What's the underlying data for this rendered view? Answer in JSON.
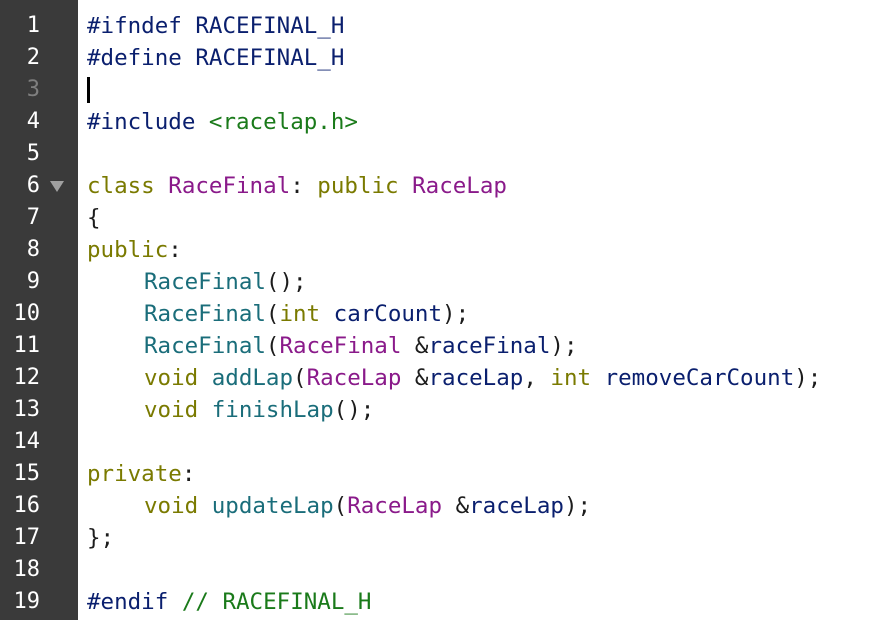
{
  "editor": {
    "file_lines": [
      "1",
      "2",
      "3",
      "4",
      "5",
      "6",
      "7",
      "8",
      "9",
      "10",
      "11",
      "12",
      "13",
      "14",
      "15",
      "16",
      "17",
      "18",
      "19"
    ],
    "code": {
      "l1": {
        "t1": "#ifndef",
        "t2": " RACEFINAL_H"
      },
      "l2": {
        "t1": "#define",
        "t2": " RACEFINAL_H"
      },
      "l4": {
        "t1": "#include",
        "t2": " <racelap.h>"
      },
      "l6": {
        "t1": "class",
        "t2": " RaceFinal",
        "t3": ": ",
        "t4": "public",
        "t5": " RaceLap"
      },
      "l7": {
        "t1": "{"
      },
      "l8": {
        "t1": "public",
        "t2": ":"
      },
      "l9": {
        "t1": "RaceFinal",
        "t2": "();"
      },
      "l10": {
        "t1": "RaceFinal",
        "t2": "(",
        "t3": "int",
        "t4": " carCount",
        "t5": ");"
      },
      "l11": {
        "t1": "RaceFinal",
        "t2": "(",
        "t3": "RaceFinal",
        "t4": " &",
        "t5": "raceFinal",
        "t6": ");"
      },
      "l12": {
        "t1": "void",
        "t2": " addLap",
        "t3": "(",
        "t4": "RaceLap",
        "t5": " &",
        "t6": "raceLap",
        "t7": ", ",
        "t8": "int",
        "t9": " removeCarCount",
        "t10": ");"
      },
      "l13": {
        "t1": "void",
        "t2": " finishLap",
        "t3": "();"
      },
      "l15": {
        "t1": "private",
        "t2": ":"
      },
      "l16": {
        "t1": "void",
        "t2": " updateLap",
        "t3": "(",
        "t4": "RaceLap",
        "t5": " &",
        "t6": "raceLap",
        "t7": ");"
      },
      "l17": {
        "t1": "};"
      },
      "l19": {
        "t1": "#endif",
        "t2": " //",
        "t3": " RACEFINAL_H"
      }
    }
  }
}
